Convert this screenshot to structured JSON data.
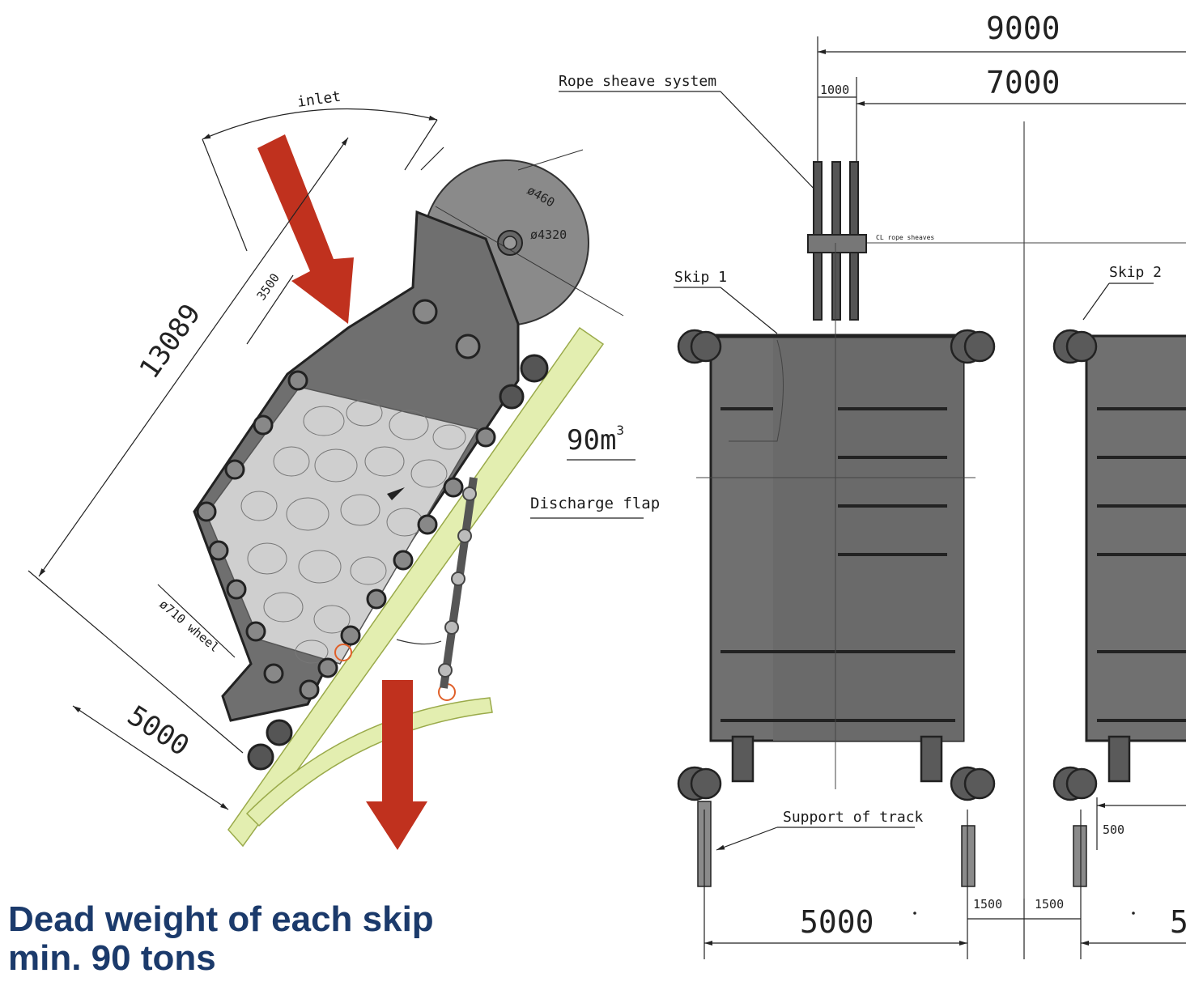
{
  "left_view": {
    "inlet_label": "inlet",
    "dim_length": "13089",
    "dim_3500": "3500",
    "dim_d460": "ø460",
    "dim_d4320": "ø4320",
    "volume_label": "90m",
    "volume_exponent": "3",
    "discharge_flap_label": "Discharge flap",
    "wheel_label": "ø710 wheel",
    "dim_bottom": "5000"
  },
  "right_view": {
    "dim_9000": "9000",
    "dim_7000": "7000",
    "dim_1000": "1000",
    "rope_sheave_label": "Rope sheave system",
    "cl_rope_sheaves_label": "CL rope sheaves",
    "skip1_label": "Skip 1",
    "skip2_label": "Skip 2",
    "support_track_label": "Support of track",
    "dim_500": "500",
    "dim_1500_left": "1500",
    "dim_1500_right": "1500",
    "dim_5000": "5000",
    "dim_5000_cut": "5"
  },
  "caption": {
    "line1": "Dead weight of each skip",
    "line2": "min. 90 tons"
  },
  "colors": {
    "arrow_red": "#c0311e",
    "rail_green": "#e3eeb0",
    "steel_gray": "#6f6f6f",
    "caption_blue": "#1b3a6b"
  }
}
